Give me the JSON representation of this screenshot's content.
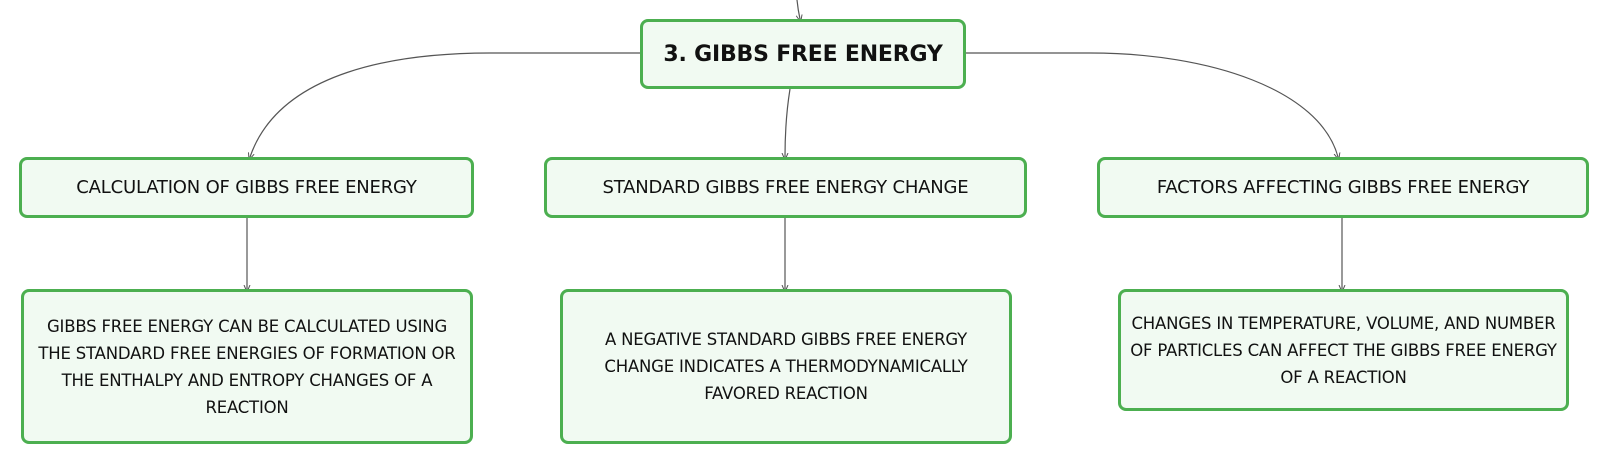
{
  "root": {
    "label": "3. GIBBS FREE ENERGY"
  },
  "topics": [
    {
      "label": "CALCULATION OF GIBBS FREE ENERGY",
      "detail": "GIBBS FREE ENERGY CAN BE CALCULATED USING THE STANDARD FREE ENERGIES OF FORMATION OR THE ENTHALPY AND ENTROPY CHANGES OF A REACTION"
    },
    {
      "label": "STANDARD GIBBS FREE ENERGY CHANGE",
      "detail": "A NEGATIVE STANDARD GIBBS FREE ENERGY CHANGE INDICATES A THERMODYNAMICALLY FAVORED REACTION"
    },
    {
      "label": "FACTORS AFFECTING GIBBS FREE ENERGY",
      "detail": "CHANGES IN TEMPERATURE, VOLUME, AND NUMBER OF PARTICLES CAN AFFECT THE GIBBS FREE ENERGY OF A REACTION"
    }
  ],
  "colors": {
    "node_border": "#4caf50",
    "node_fill": "#f1faf2",
    "connector": "#555555"
  }
}
